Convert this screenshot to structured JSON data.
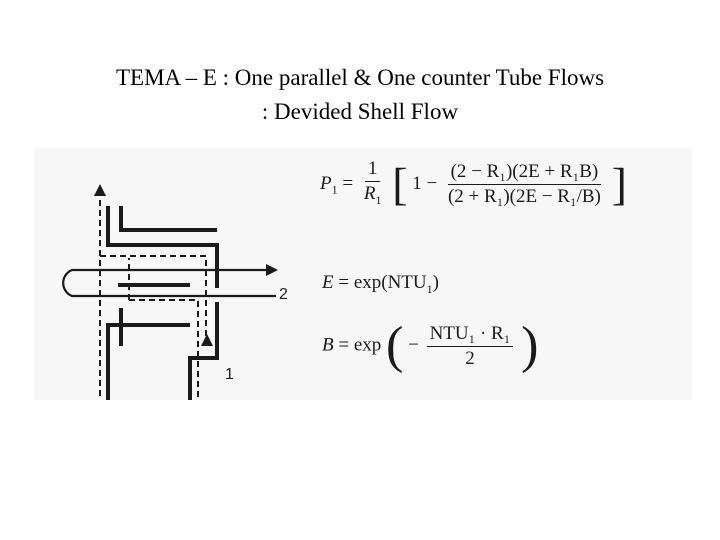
{
  "title": {
    "line1": "TEMA – E : One parallel & One counter Tube Flows",
    "line2": ": Devided Shell Flow"
  },
  "diagram": {
    "stream_labels": {
      "tube_stream": "2",
      "shell_stream": "1"
    }
  },
  "equations": {
    "p1": {
      "lhs": "P",
      "lhs_sub": "1",
      "one": "1",
      "r": "R",
      "r_sub": "1",
      "minus": "1 −",
      "num": "(2 − R₁)(2E + R₁B)",
      "den": "(2 + R₁)(2E − R₁/B)"
    },
    "e": {
      "lhs": "E",
      "rhs": "exp(NTU",
      "rhs_sub": "1",
      "close": ")"
    },
    "b": {
      "lhs": "B",
      "rhs": "exp",
      "minus": "−",
      "num": "NTU₁ · R₁",
      "den": "2"
    }
  },
  "colors": {
    "background": "#ffffff",
    "figure_bg": "#f7f7f7",
    "ink": "#1a1a1a"
  }
}
